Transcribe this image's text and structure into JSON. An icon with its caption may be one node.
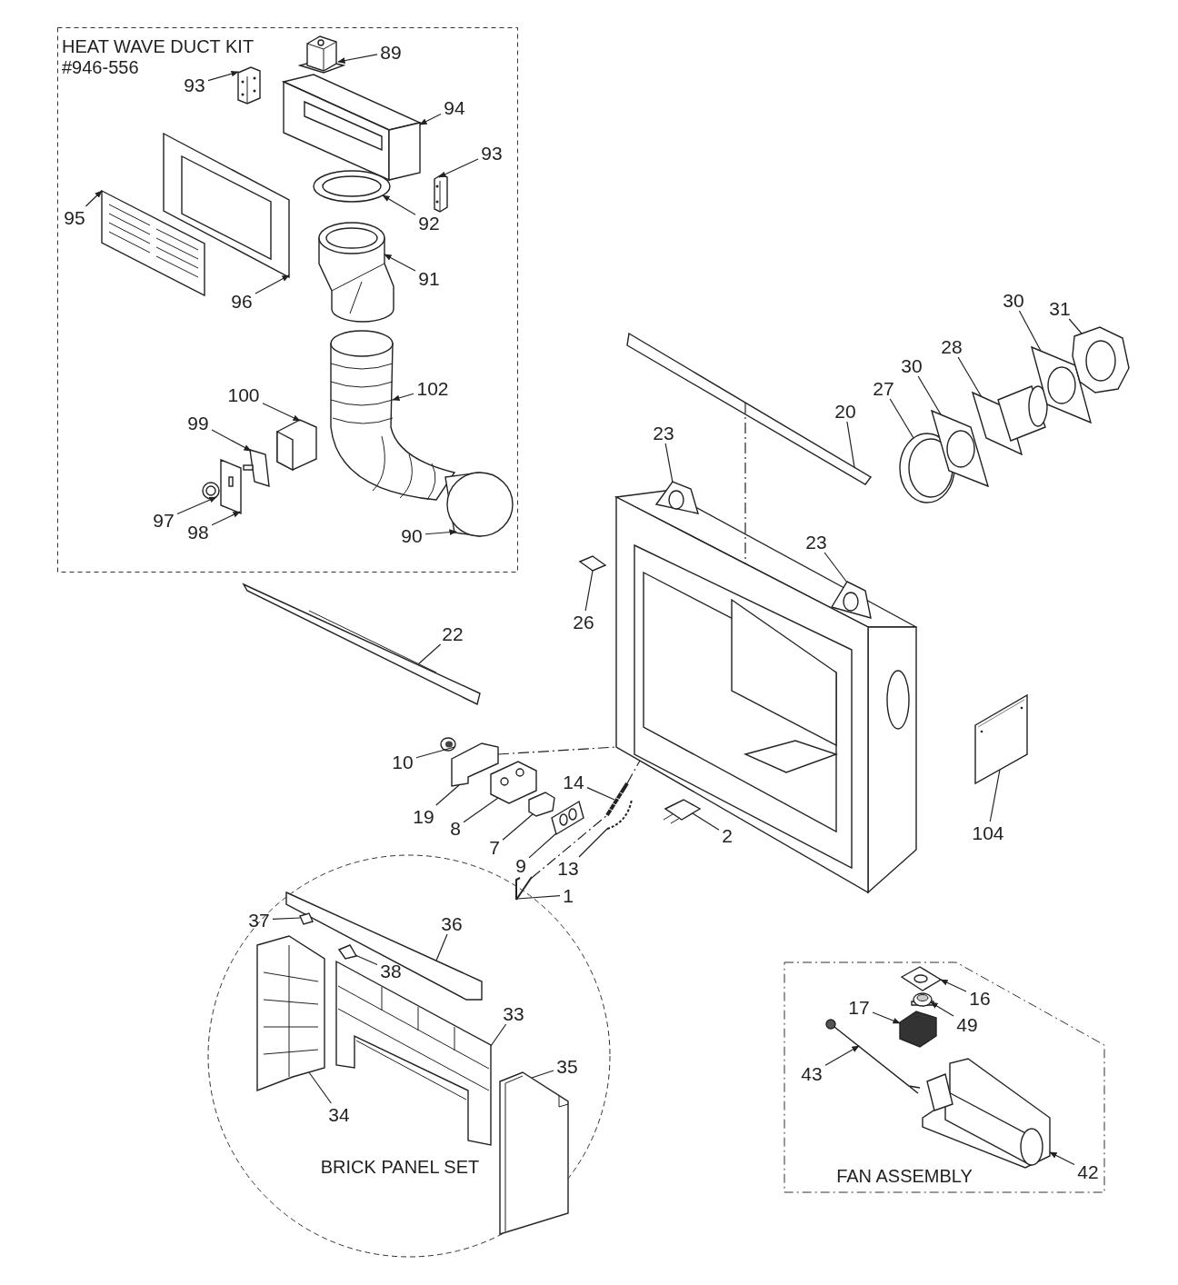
{
  "diagram": {
    "nodes": [
      {
        "text": [
          "HEAT WAVE DUCT KIT",
          "#946-556"
        ]
      },
      {
        "text": [
          "89"
        ],
        "in": 0
      },
      {
        "text": [
          "93"
        ],
        "in": 0
      },
      {
        "text": [
          "94"
        ],
        "in": 0
      },
      {
        "text": [
          "93"
        ],
        "in": 0
      },
      {
        "text": [
          "95"
        ],
        "in": 0
      },
      {
        "text": [
          "92"
        ],
        "in": 0
      },
      {
        "text": [
          "91"
        ],
        "in": 0
      },
      {
        "text": [
          "96"
        ],
        "in": 0
      },
      {
        "text": [
          "102"
        ],
        "in": 0
      },
      {
        "text": [
          "100"
        ],
        "in": 0
      },
      {
        "text": [
          "99"
        ],
        "in": 0
      },
      {
        "text": [
          "97"
        ],
        "in": 0
      },
      {
        "text": [
          "98"
        ],
        "in": 0
      },
      {
        "text": [
          "90"
        ],
        "in": 0
      },
      {
        "text": [
          "30"
        ]
      },
      {
        "text": [
          "31"
        ]
      },
      {
        "text": [
          "28"
        ]
      },
      {
        "text": [
          "30"
        ]
      },
      {
        "text": [
          "27"
        ]
      },
      {
        "text": [
          "20"
        ]
      },
      {
        "text": [
          "23"
        ]
      },
      {
        "text": [
          "23"
        ]
      },
      {
        "text": [
          "26"
        ]
      },
      {
        "text": [
          "22"
        ]
      },
      {
        "text": [
          "104"
        ]
      },
      {
        "text": [
          "10"
        ]
      },
      {
        "text": [
          "14"
        ]
      },
      {
        "text": [
          "19"
        ]
      },
      {
        "text": [
          "8"
        ]
      },
      {
        "text": [
          "2"
        ]
      },
      {
        "text": [
          "7"
        ]
      },
      {
        "text": [
          "9"
        ]
      },
      {
        "text": [
          "13"
        ]
      },
      {
        "text": [
          "1"
        ]
      },
      {
        "text": [
          "BRICK PANEL SET"
        ]
      },
      {
        "text": [
          "37"
        ],
        "in": 35
      },
      {
        "text": [
          "36"
        ],
        "in": 35
      },
      {
        "text": [
          "38"
        ],
        "in": 35
      },
      {
        "text": [
          "33"
        ],
        "in": 35
      },
      {
        "text": [
          "35"
        ],
        "in": 35
      },
      {
        "text": [
          "34"
        ],
        "in": 35
      },
      {
        "text": [
          "FAN ASSEMBLY"
        ]
      },
      {
        "text": [
          "16"
        ],
        "in": 42
      },
      {
        "text": [
          "17"
        ],
        "in": 42
      },
      {
        "text": [
          "49"
        ],
        "in": 42
      },
      {
        "text": [
          "43"
        ],
        "in": 42
      },
      {
        "text": [
          "42"
        ],
        "in": 42
      },
      {
        "text": [],
        "shape": "picture",
        "in": 0
      },
      {
        "text": [],
        "shape": "picture",
        "in": 0
      },
      {
        "text": [],
        "shape": "picture",
        "in": 0
      },
      {
        "text": [],
        "shape": "picture",
        "in": 0
      },
      {
        "text": [],
        "shape": "picture",
        "in": 0
      },
      {
        "text": [],
        "shape": "picture",
        "in": 0
      },
      {
        "text": [],
        "shape": "picture",
        "in": 0
      },
      {
        "text": [],
        "shape": "picture",
        "in": 0
      },
      {
        "text": [],
        "shape": "picture",
        "in": 0
      },
      {
        "text": [],
        "shape": "picture",
        "in": 0
      },
      {
        "text": [],
        "shape": "picture",
        "in": 0
      },
      {
        "text": [],
        "shape": "picture",
        "in": 0
      },
      {
        "text": [],
        "shape": "picture",
        "in": 0
      },
      {
        "text": [],
        "shape": "picture",
        "in": 0
      },
      {
        "text": [],
        "shape": "picture"
      },
      {
        "text": [],
        "shape": "picture"
      },
      {
        "text": [],
        "shape": "picture"
      },
      {
        "text": [],
        "shape": "picture"
      },
      {
        "text": [],
        "shape": "picture"
      },
      {
        "text": [],
        "shape": "picture"
      },
      {
        "text": [],
        "shape": "picture"
      },
      {
        "text": [],
        "shape": "picture"
      },
      {
        "text": [],
        "shape": "picture"
      },
      {
        "text": [],
        "shape": "picture"
      },
      {
        "text": [],
        "shape": "picture"
      },
      {
        "text": [],
        "shape": "picture"
      },
      {
        "text": [],
        "shape": "picture"
      },
      {
        "text": [],
        "shape": "picture"
      },
      {
        "text": [],
        "shape": "picture"
      },
      {
        "text": [],
        "shape": "picture"
      },
      {
        "text": [],
        "shape": "picture"
      },
      {
        "text": [],
        "shape": "picture"
      },
      {
        "text": [],
        "shape": "picture"
      },
      {
        "text": [],
        "shape": "picture"
      },
      {
        "text": [],
        "shape": "picture"
      },
      {
        "text": [],
        "shape": "picture",
        "in": 35
      },
      {
        "text": [],
        "shape": "picture",
        "in": 35
      },
      {
        "text": [],
        "shape": "picture",
        "in": 35
      },
      {
        "text": [],
        "shape": "picture",
        "in": 35
      },
      {
        "text": [],
        "shape": "picture",
        "in": 35
      },
      {
        "text": [],
        "shape": "picture",
        "in": 35
      },
      {
        "text": [],
        "shape": "picture",
        "in": 42
      },
      {
        "text": [],
        "shape": "picture",
        "in": 42
      },
      {
        "text": [],
        "shape": "picture",
        "in": 42
      },
      {
        "text": [],
        "shape": "picture",
        "in": 42
      },
      {
        "text": [],
        "shape": "picture",
        "in": 42
      }
    ],
    "edges": [
      {
        "from": 1,
        "to": 48,
        "arrow": "to"
      },
      {
        "from": 2,
        "to": 50,
        "arrow": "to"
      },
      {
        "from": 3,
        "to": 49,
        "arrow": "to"
      },
      {
        "from": 4,
        "to": 51,
        "arrow": "to"
      },
      {
        "from": 5,
        "to": 53,
        "arrow": "to"
      },
      {
        "from": 6,
        "to": 54,
        "arrow": "to"
      },
      {
        "from": 7,
        "to": 55,
        "arrow": "to"
      },
      {
        "from": 8,
        "to": 52,
        "arrow": "to"
      },
      {
        "from": 9,
        "to": 56,
        "arrow": "to"
      },
      {
        "from": 10,
        "to": 58,
        "arrow": "to"
      },
      {
        "from": 11,
        "to": 59,
        "arrow": "to"
      },
      {
        "from": 12,
        "to": 61,
        "arrow": "to"
      },
      {
        "from": 13,
        "to": 60,
        "arrow": "to"
      },
      {
        "from": 14,
        "to": 57,
        "arrow": "to"
      },
      {
        "from": 15,
        "to": 69,
        "arrow": "none"
      },
      {
        "from": 16,
        "to": 70,
        "arrow": "none"
      },
      {
        "from": 17,
        "to": 68,
        "arrow": "none"
      },
      {
        "from": 18,
        "to": 67,
        "arrow": "none"
      },
      {
        "from": 19,
        "to": 66,
        "arrow": "none"
      },
      {
        "from": 20,
        "to": 62,
        "arrow": "none"
      },
      {
        "from": 21,
        "to": 64,
        "arrow": "none"
      },
      {
        "from": 22,
        "to": 65,
        "arrow": "none"
      },
      {
        "from": 23,
        "to": 73,
        "arrow": "none"
      },
      {
        "from": 24,
        "to": 72,
        "arrow": "none"
      },
      {
        "from": 25,
        "to": 71,
        "arrow": "none"
      },
      {
        "from": 26,
        "to": 75,
        "arrow": "none"
      },
      {
        "from": 27,
        "to": 80,
        "arrow": "none"
      },
      {
        "from": 28,
        "to": 76,
        "arrow": "none"
      },
      {
        "from": 29,
        "to": 77,
        "arrow": "none"
      },
      {
        "from": 30,
        "to": 74,
        "arrow": "none"
      },
      {
        "from": 31,
        "to": 78,
        "arrow": "none"
      },
      {
        "from": 32,
        "to": 79,
        "arrow": "none"
      },
      {
        "from": 33,
        "to": 81,
        "arrow": "none"
      },
      {
        "from": 34,
        "to": 82,
        "arrow": "none"
      },
      {
        "from": 36,
        "to": 84,
        "arrow": "none"
      },
      {
        "from": 37,
        "to": 83,
        "arrow": "none"
      },
      {
        "from": 38,
        "to": 85,
        "arrow": "none"
      },
      {
        "from": 39,
        "to": 87,
        "arrow": "none"
      },
      {
        "from": 40,
        "to": 88,
        "arrow": "none"
      },
      {
        "from": 41,
        "to": 86,
        "arrow": "none"
      },
      {
        "from": 43,
        "to": 89,
        "arrow": "to"
      },
      {
        "from": 44,
        "to": 91,
        "arrow": "to"
      },
      {
        "from": 45,
        "to": 90,
        "arrow": "to"
      },
      {
        "from": 46,
        "to": 92,
        "arrow": "to"
      },
      {
        "from": 47,
        "to": 93,
        "arrow": "to"
      },
      {
        "from": 62,
        "to": 63,
        "arrow": "none",
        "style": "dashed"
      },
      {
        "from": 76,
        "to": 63,
        "arrow": "none",
        "style": "dashed"
      },
      {
        "from": 82,
        "to": 80,
        "arrow": "none",
        "style": "dashed"
      },
      {
        "from": 80,
        "to": 63,
        "arrow": "none",
        "style": "dashed"
      }
    ]
  }
}
